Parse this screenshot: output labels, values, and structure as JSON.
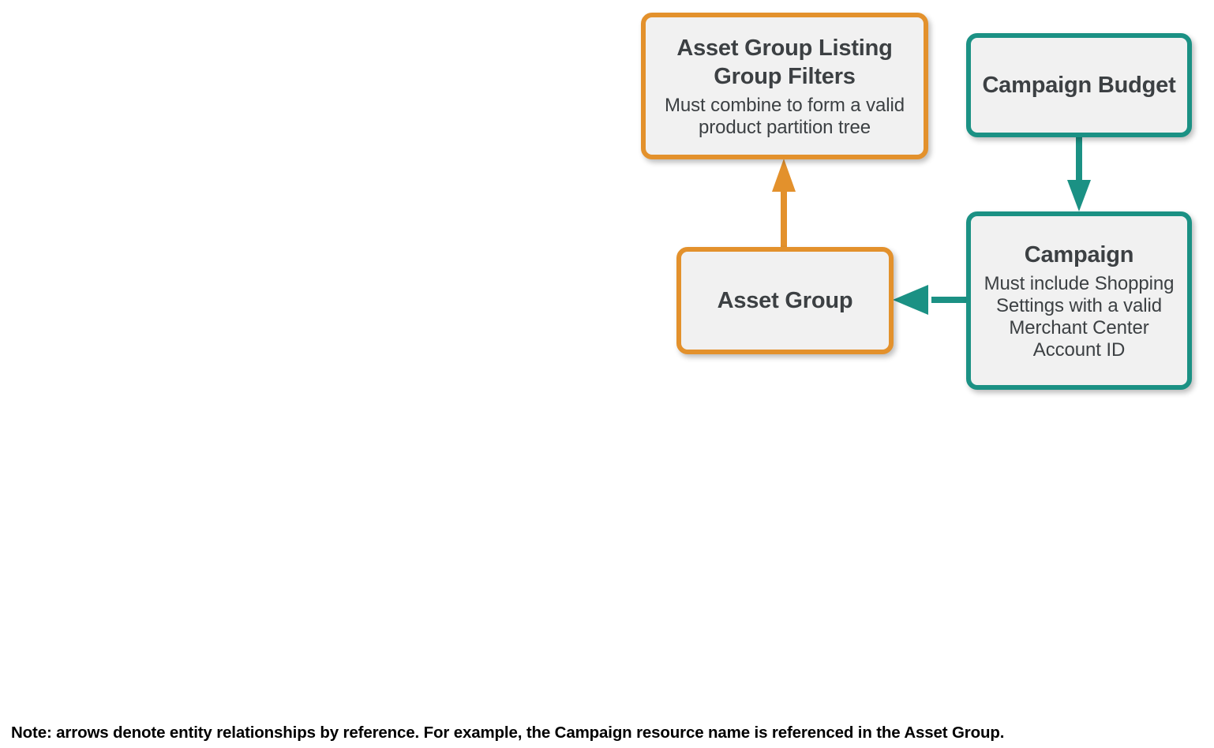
{
  "diagram": {
    "colors": {
      "orange": "#e3912c",
      "teal": "#1b9184",
      "node_fill": "#f1f1f1",
      "text": "#3c4043",
      "note_text": "#000000",
      "background": "#ffffff"
    },
    "nodes": [
      {
        "id": "asset-group-listing-group-filters",
        "title": "Asset Group Listing Group Filters",
        "subtitle": "Must combine to form a valid product partition tree",
        "accent": "orange"
      },
      {
        "id": "campaign-budget",
        "title": "Campaign Budget",
        "subtitle": "",
        "accent": "teal"
      },
      {
        "id": "campaign",
        "title": "Campaign",
        "subtitle": "Must include Shopping Settings with a valid Merchant Center Account ID",
        "accent": "teal"
      },
      {
        "id": "asset-group",
        "title": "Asset Group",
        "subtitle": "",
        "accent": "orange"
      }
    ],
    "edges": [
      {
        "id": "asset-group-to-listing-group-filters",
        "from": "asset-group",
        "to": "asset-group-listing-group-filters",
        "direction": "up",
        "color": "#e3912c"
      },
      {
        "id": "campaign-budget-to-campaign",
        "from": "campaign-budget",
        "to": "campaign",
        "direction": "down",
        "color": "#1b9184"
      },
      {
        "id": "campaign-to-asset-group",
        "from": "campaign",
        "to": "asset-group",
        "direction": "left",
        "color": "#1b9184"
      }
    ],
    "note": "Note: arrows denote entity relationships by reference. For example, the Campaign resource name is referenced in the Asset Group."
  }
}
